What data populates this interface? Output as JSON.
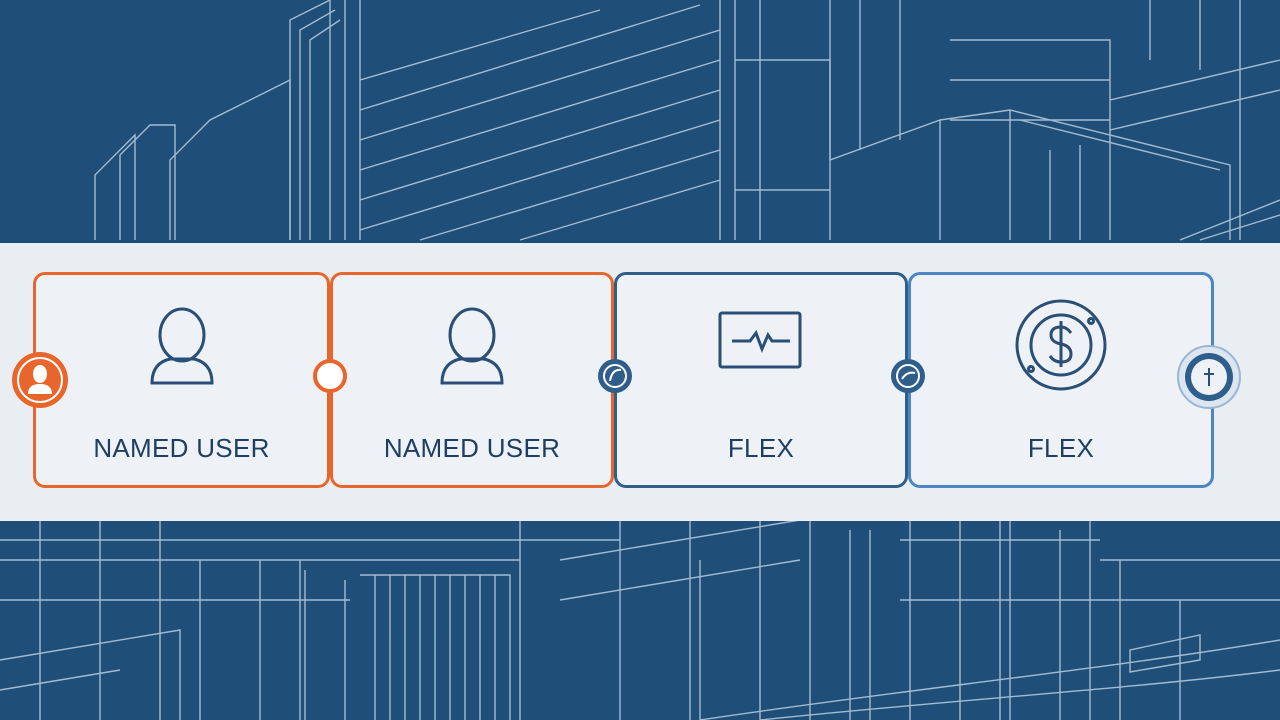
{
  "cards": [
    {
      "label": "NAMED USER",
      "icon": "user-icon"
    },
    {
      "label": "NAMED USER",
      "icon": "user-icon"
    },
    {
      "label": "FLEX",
      "icon": "monitor-pulse-icon"
    },
    {
      "label": "FLEX",
      "icon": "dollar-coin-icon"
    }
  ],
  "colors": {
    "background": "#1f4f78",
    "band": "#e9eef3",
    "orange": "#e8662c",
    "navy": "#1d3f63",
    "blue": "#4a86c4"
  },
  "connectors": [
    {
      "icon": "user-badge-icon"
    },
    {
      "icon": "ring-node-icon"
    },
    {
      "icon": "leaf-node-icon"
    },
    {
      "icon": "leaf-node-icon"
    },
    {
      "icon": "plus-node-icon"
    }
  ]
}
